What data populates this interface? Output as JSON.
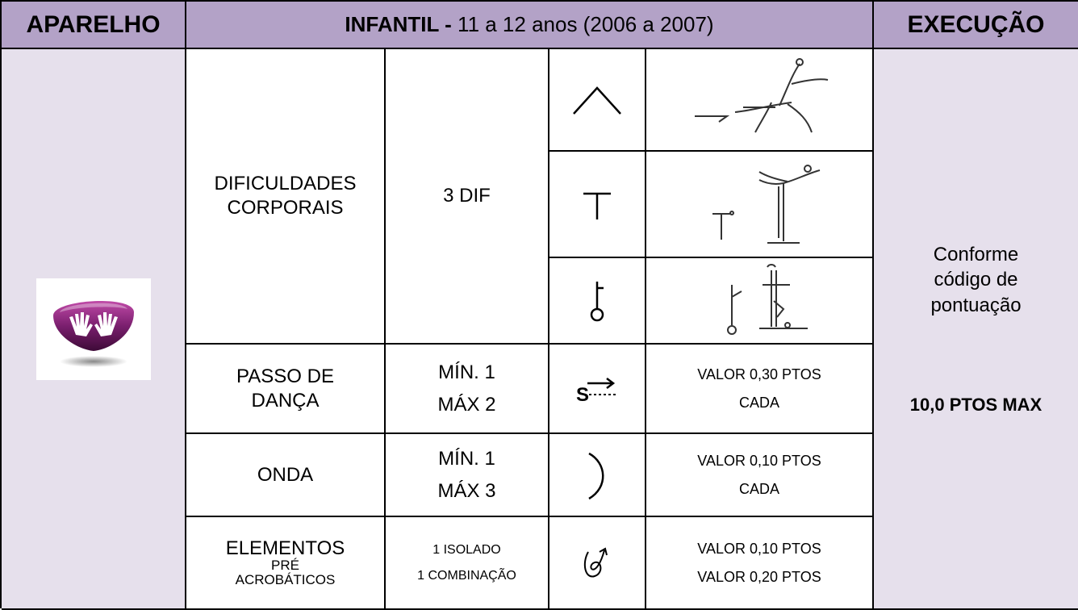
{
  "header": {
    "col1": "APARELHO",
    "col2_bold": "INFANTIL -",
    "col2_rest": " 11 a 12 anos (2006 a 2007)",
    "col3": "EXECUÇÃO"
  },
  "apparatus": {
    "icon": "hands-logo-icon"
  },
  "rows": {
    "dificuldades": {
      "label_line1": "DIFICULDADES",
      "label_line2": "CORPORAIS",
      "count": "3 DIF",
      "icons": [
        "jump-symbol-icon",
        "balance-symbol-icon",
        "rotation-symbol-icon"
      ]
    },
    "passo": {
      "label_line1": "PASSO DE",
      "label_line2": "DANÇA",
      "min": "MÍN. 1",
      "max": "MÁX 2",
      "icon": "dance-step-symbol-icon",
      "value_line1": "VALOR 0,30 PTOS",
      "value_line2": "CADA"
    },
    "onda": {
      "label": "ONDA",
      "min": "MÍN. 1",
      "max": "MÁX 3",
      "icon": "wave-symbol-icon",
      "value_line1": "VALOR 0,10 PTOS",
      "value_line2": "CADA"
    },
    "elementos": {
      "label_line1": "ELEMENTOS",
      "label_line2": "PRÉ",
      "label_line3": "ACROBÁTICOS",
      "count_line1": "1 ISOLADO",
      "count_line2": "1 COMBINAÇÃO",
      "icon": "pre-acrobatic-symbol-icon",
      "value_line1": "VALOR 0,10 PTOS",
      "value_line2": "VALOR 0,20 PTOS"
    }
  },
  "execution": {
    "line1": "Conforme",
    "line2": "código de",
    "line3": "pontuação",
    "max": "10,0 PTOS MAX"
  },
  "colors": {
    "header": "#b3a2c7",
    "lavender": "#e6e0ec",
    "logo": "#7a1f6e"
  }
}
